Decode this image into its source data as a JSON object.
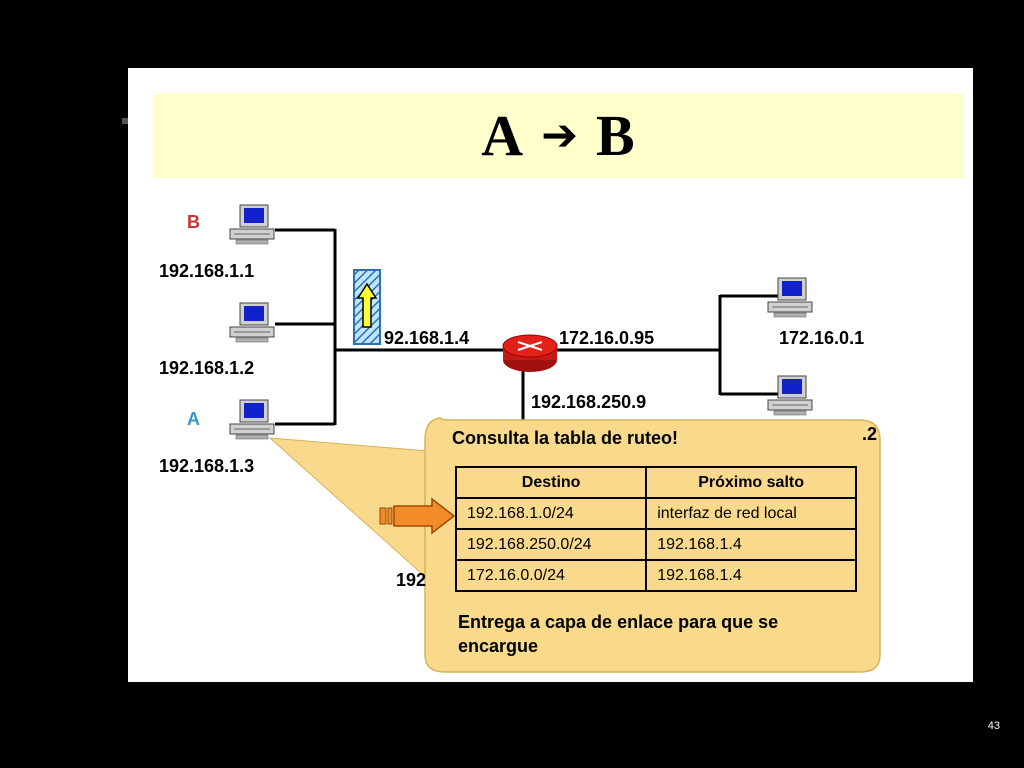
{
  "title": {
    "left": "A",
    "right": "B",
    "arrow_icon": "arrow-right-icon"
  },
  "hosts": {
    "b_label": "B",
    "b_ip": "192.168.1.1",
    "host2_ip": "192.168.1.2",
    "a_label": "A",
    "a_ip": "192.168.1.3",
    "right_top_ip": "172.16.0.1",
    "right_bottom_ip_partial": ".2",
    "bottom_partial": "192"
  },
  "router": {
    "left_iface_ip": "92.168.1.4",
    "right_iface_ip": "172.16.0.95",
    "bottom_iface_ip": "192.168.250.9"
  },
  "bubble": {
    "heading": "Consulta la tabla de ruteo!",
    "table": {
      "headers": [
        "Destino",
        "Próximo salto"
      ],
      "rows": [
        [
          "192.168.1.0/24",
          "interfaz de red local"
        ],
        [
          "192.168.250.0/24",
          "192.168.1.4"
        ],
        [
          "172.16.0.0/24",
          "192.168.1.4"
        ]
      ]
    },
    "footer": "Entrega a capa de enlace para que se encargue"
  },
  "colors": {
    "title_band": "#ffffcc",
    "bubble": "#f9d98b",
    "packet_arrow": "#f28c28",
    "router": "#e32119"
  },
  "page_number": "43"
}
